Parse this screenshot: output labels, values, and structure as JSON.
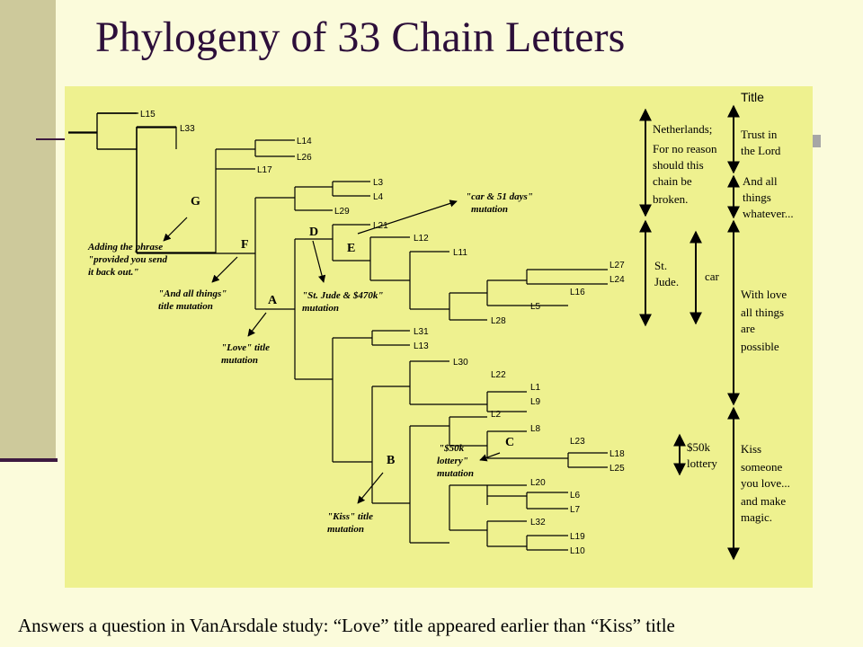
{
  "slide": {
    "title": "Phylogeny of 33 Chain Letters",
    "footer": "Answers a question in VanArsdale study: “Love” title appeared earlier than “Kiss” title"
  },
  "diagram": {
    "leaves": {
      "L15": "L15",
      "L33": "L33",
      "L14": "L14",
      "L26": "L26",
      "L17": "L17",
      "L3": "L3",
      "L4": "L4",
      "L29": "L29",
      "L21": "L21",
      "L12": "L12",
      "L11": "L11",
      "L27": "L27",
      "L24": "L24",
      "L16": "L16",
      "L5": "L5",
      "L28": "L28",
      "L31": "L31",
      "L13": "L13",
      "L30": "L30",
      "L22": "L22",
      "L1": "L1",
      "L9": "L9",
      "L2": "L2",
      "L8": "L8",
      "L23": "L23",
      "L18": "L18",
      "L25": "L25",
      "L20": "L20",
      "L6": "L6",
      "L7": "L7",
      "L32": "L32",
      "L19": "L19",
      "L10": "L10"
    },
    "nodes": {
      "G": "G",
      "F": "F",
      "A": "A",
      "D": "D",
      "E": "E",
      "B": "B",
      "C": "C"
    },
    "annotations": {
      "g": [
        "Adding the phrase",
        "\"provided you send",
        "it back out.\""
      ],
      "f": [
        "\"And all things\"",
        "title mutation"
      ],
      "a": [
        "\"Love\" title",
        "mutation"
      ],
      "d": [
        "\"St. Jude & $470k\"",
        "mutation"
      ],
      "e": [
        "\"car & 51 days\"",
        "mutation"
      ],
      "c": [
        "\"$50k",
        "lottery\"",
        "mutation"
      ],
      "b": [
        "\"Kiss\" title",
        "mutation"
      ]
    },
    "side": {
      "title_header": "Title",
      "netherlands": [
        "Netherlands;",
        "For no reason",
        "should this",
        "chain be",
        "broken."
      ],
      "st_jude": [
        "St.",
        "Jude."
      ],
      "car": "car",
      "lottery": [
        "$50k",
        "lottery"
      ],
      "trust": [
        "Trust in",
        "the Lord"
      ],
      "and_all": [
        "And all",
        "things",
        "whatever..."
      ],
      "with_love": [
        "With love",
        "all things",
        "are",
        "possible"
      ],
      "kiss": [
        "Kiss",
        "someone",
        "you love...",
        "and make",
        "magic."
      ]
    }
  }
}
